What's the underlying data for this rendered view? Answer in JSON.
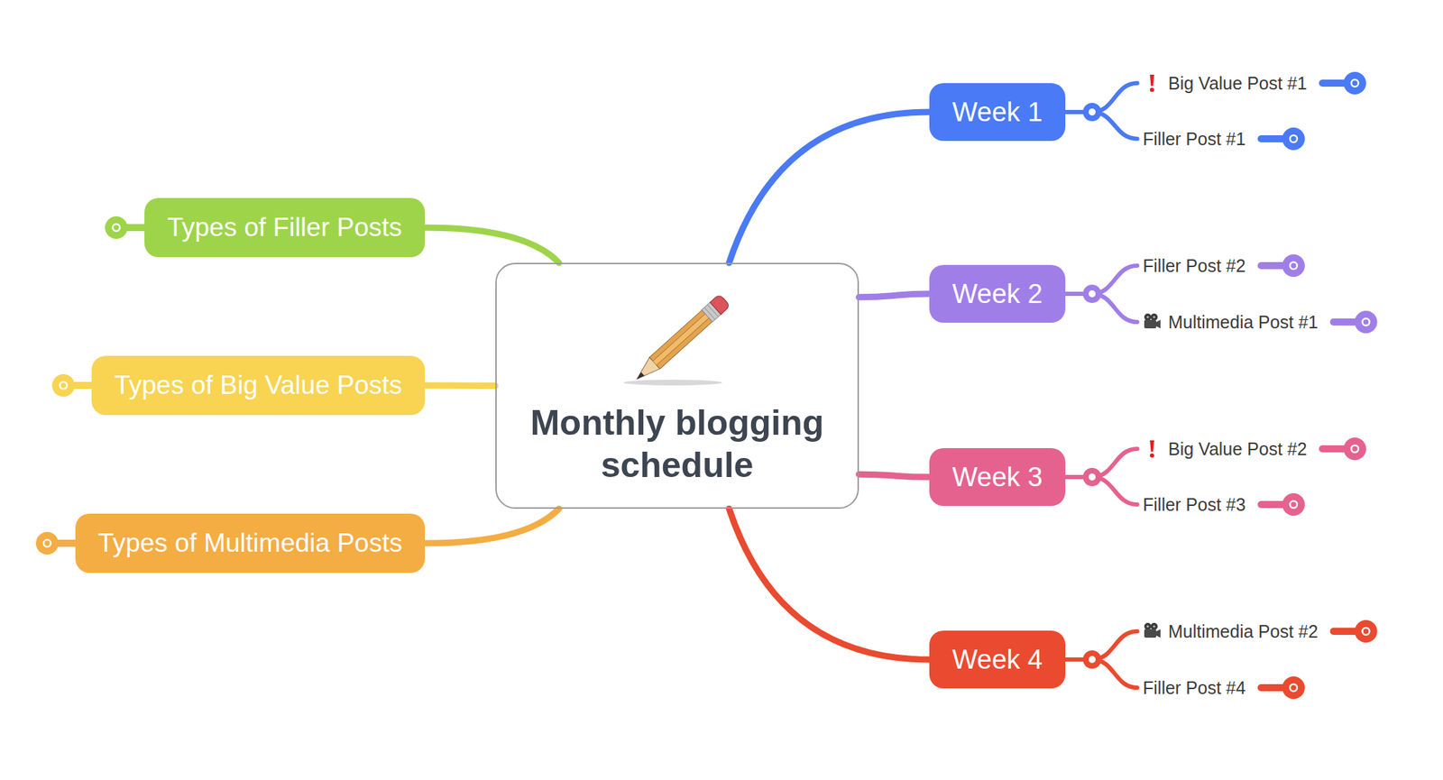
{
  "diagram": {
    "nodes": [
      {
        "text": [
          "Monthly blogging schedule"
        ]
      },
      {
        "text": [
          "Week 1"
        ]
      },
      {
        "text": [
          "Big Value Post #1"
        ]
      },
      {
        "text": [
          "Filler Post #1"
        ]
      },
      {
        "text": [
          "Week 2"
        ]
      },
      {
        "text": [
          "Filler Post #2"
        ]
      },
      {
        "text": [
          "Multimedia Post #1"
        ]
      },
      {
        "text": [
          "Week 3"
        ]
      },
      {
        "text": [
          "Big Value Post #2"
        ]
      },
      {
        "text": [
          "Filler Post #3"
        ]
      },
      {
        "text": [
          "Week 4"
        ]
      },
      {
        "text": [
          "Multimedia Post #2"
        ]
      },
      {
        "text": [
          "Filler Post #4"
        ]
      },
      {
        "text": [
          "Types of Filler Posts"
        ]
      },
      {
        "text": [
          "Types of Big Value Posts"
        ]
      },
      {
        "text": [
          "Types of Multimedia Posts"
        ]
      }
    ],
    "edges": [
      {
        "from": 0,
        "to": 1,
        "arrow": "none"
      },
      {
        "from": 1,
        "to": 2,
        "arrow": "none"
      },
      {
        "from": 1,
        "to": 3,
        "arrow": "none"
      },
      {
        "from": 0,
        "to": 4,
        "arrow": "none"
      },
      {
        "from": 4,
        "to": 5,
        "arrow": "none"
      },
      {
        "from": 4,
        "to": 6,
        "arrow": "none"
      },
      {
        "from": 0,
        "to": 7,
        "arrow": "none"
      },
      {
        "from": 7,
        "to": 8,
        "arrow": "none"
      },
      {
        "from": 7,
        "to": 9,
        "arrow": "none"
      },
      {
        "from": 0,
        "to": 10,
        "arrow": "none"
      },
      {
        "from": 10,
        "to": 11,
        "arrow": "none"
      },
      {
        "from": 10,
        "to": 12,
        "arrow": "none"
      },
      {
        "from": 0,
        "to": 13,
        "arrow": "none"
      },
      {
        "from": 0,
        "to": 14,
        "arrow": "none"
      },
      {
        "from": 0,
        "to": 15,
        "arrow": "none"
      }
    ]
  }
}
